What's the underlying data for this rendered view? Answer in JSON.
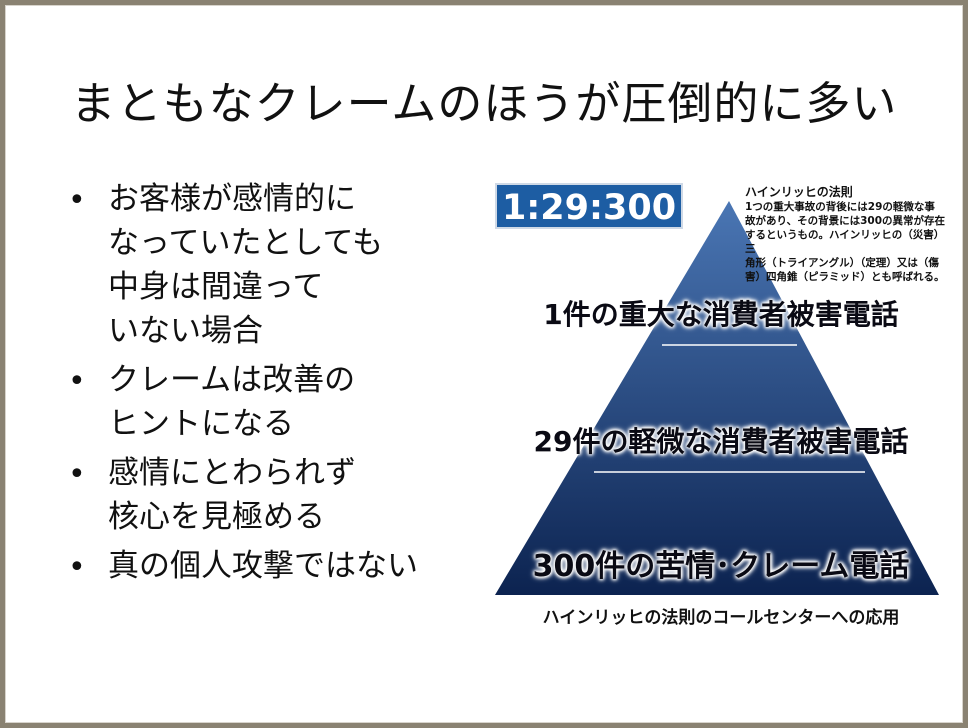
{
  "slide": {
    "title": "まともなクレームのほうが圧倒的に多い",
    "bullets": [
      {
        "lines": [
          "お客様が感情的に",
          "なっていたとしても",
          "中身は間違って",
          "いない場合"
        ]
      },
      {
        "lines": [
          "クレームは改善の",
          "ヒントになる"
        ]
      },
      {
        "lines": [
          "感情にとわられず",
          "核心を見極める"
        ]
      },
      {
        "lines": [
          "真の個人攻撃ではない"
        ]
      }
    ]
  },
  "figure": {
    "ratio": "1:29:300",
    "law_title": "ハインリッヒの法則",
    "law_description": "1つの重大事故の背後には29の軽微な事\n故があり、その背景には300の異常が存在\nするというもの。ハインリッヒの（災害）三\n角形（トライアングル）（定理）又は（傷\n害）四角錐（ピラミッド）とも呼ばれる。",
    "tiers": {
      "top": "1件の重大な消費者被害電話",
      "middle": "29件の軽微な消費者被害電話",
      "bottom": "300件の苦情･クレーム電話"
    },
    "caption": "ハインリッヒの法則のコールセンターへの応用",
    "colors": {
      "pyramid_top": "#4a76b4",
      "pyramid_bottom": "#0c2350",
      "badge": "#1d5da3"
    }
  }
}
